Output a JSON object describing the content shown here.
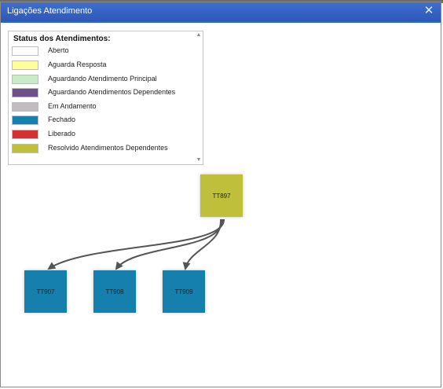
{
  "dialog": {
    "title": "Ligações Atendimento",
    "close_icon": "✕"
  },
  "legend": {
    "title": "Status dos Atendimentos:",
    "items": [
      {
        "label": "Aberto",
        "color": "#ffffff"
      },
      {
        "label": "Aguarda Resposta",
        "color": "#ffff99"
      },
      {
        "label": "Aguardando Atendimento Principal",
        "color": "#c8ecc8"
      },
      {
        "label": "Aguardando Atendimentos Dependentes",
        "color": "#6e4f8a"
      },
      {
        "label": "Em Andamento",
        "color": "#c0bcc0"
      },
      {
        "label": "Fechado",
        "color": "#157fad"
      },
      {
        "label": "Liberado",
        "color": "#d63131"
      },
      {
        "label": "Resolvido Atendimentos Dependentes",
        "color": "#bfbf3a"
      }
    ],
    "scroll_up_icon": "▲",
    "scroll_down_icon": "▼"
  },
  "graph": {
    "nodes": [
      {
        "id": "TT897",
        "status": "Resolvido Atendimentos Dependentes"
      },
      {
        "id": "TT907",
        "status": "Fechado"
      },
      {
        "id": "TT908",
        "status": "Fechado"
      },
      {
        "id": "TT909",
        "status": "Fechado"
      }
    ],
    "edges": [
      {
        "from": "TT897",
        "to": "TT907"
      },
      {
        "from": "TT897",
        "to": "TT908"
      },
      {
        "from": "TT897",
        "to": "TT909"
      }
    ]
  }
}
